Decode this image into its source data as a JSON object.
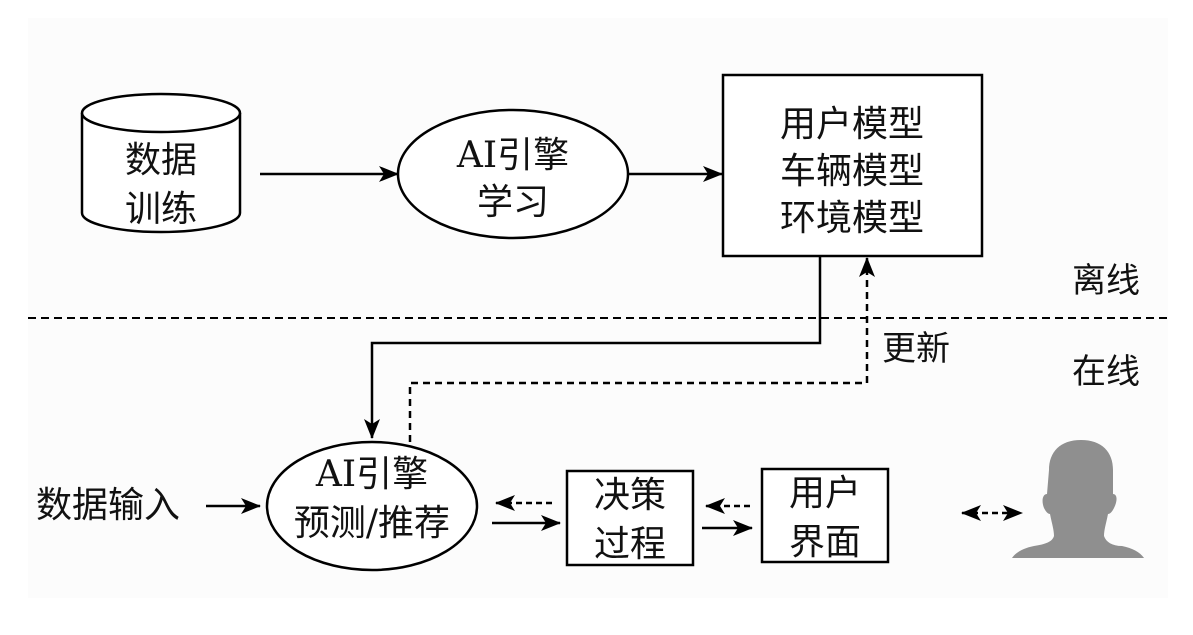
{
  "regions": {
    "offline_label": "离线",
    "online_label": "在线"
  },
  "nodes": {
    "data_training": {
      "lines": [
        "数据",
        "训练"
      ],
      "shape": "cylinder"
    },
    "ai_learning": {
      "lines": [
        "AI引擎",
        "学习"
      ],
      "shape": "ellipse"
    },
    "models": {
      "lines": [
        "用户模型",
        "车辆模型",
        "环境模型"
      ],
      "shape": "rectangle"
    },
    "data_input": {
      "lines": [
        "数据输入"
      ],
      "shape": "text"
    },
    "ai_predict": {
      "lines": [
        "AI引擎",
        "预测/推荐"
      ],
      "shape": "ellipse"
    },
    "decision": {
      "lines": [
        "决策",
        "过程"
      ],
      "shape": "rectangle"
    },
    "user_interface": {
      "lines": [
        "用户",
        "界面"
      ],
      "shape": "rectangle"
    },
    "user": {
      "icon": "person-silhouette-icon"
    }
  },
  "edges": {
    "update_label": "更新"
  },
  "colors": {
    "stroke": "#000000",
    "person": "#8f8f8f",
    "background": "#ffffff"
  }
}
